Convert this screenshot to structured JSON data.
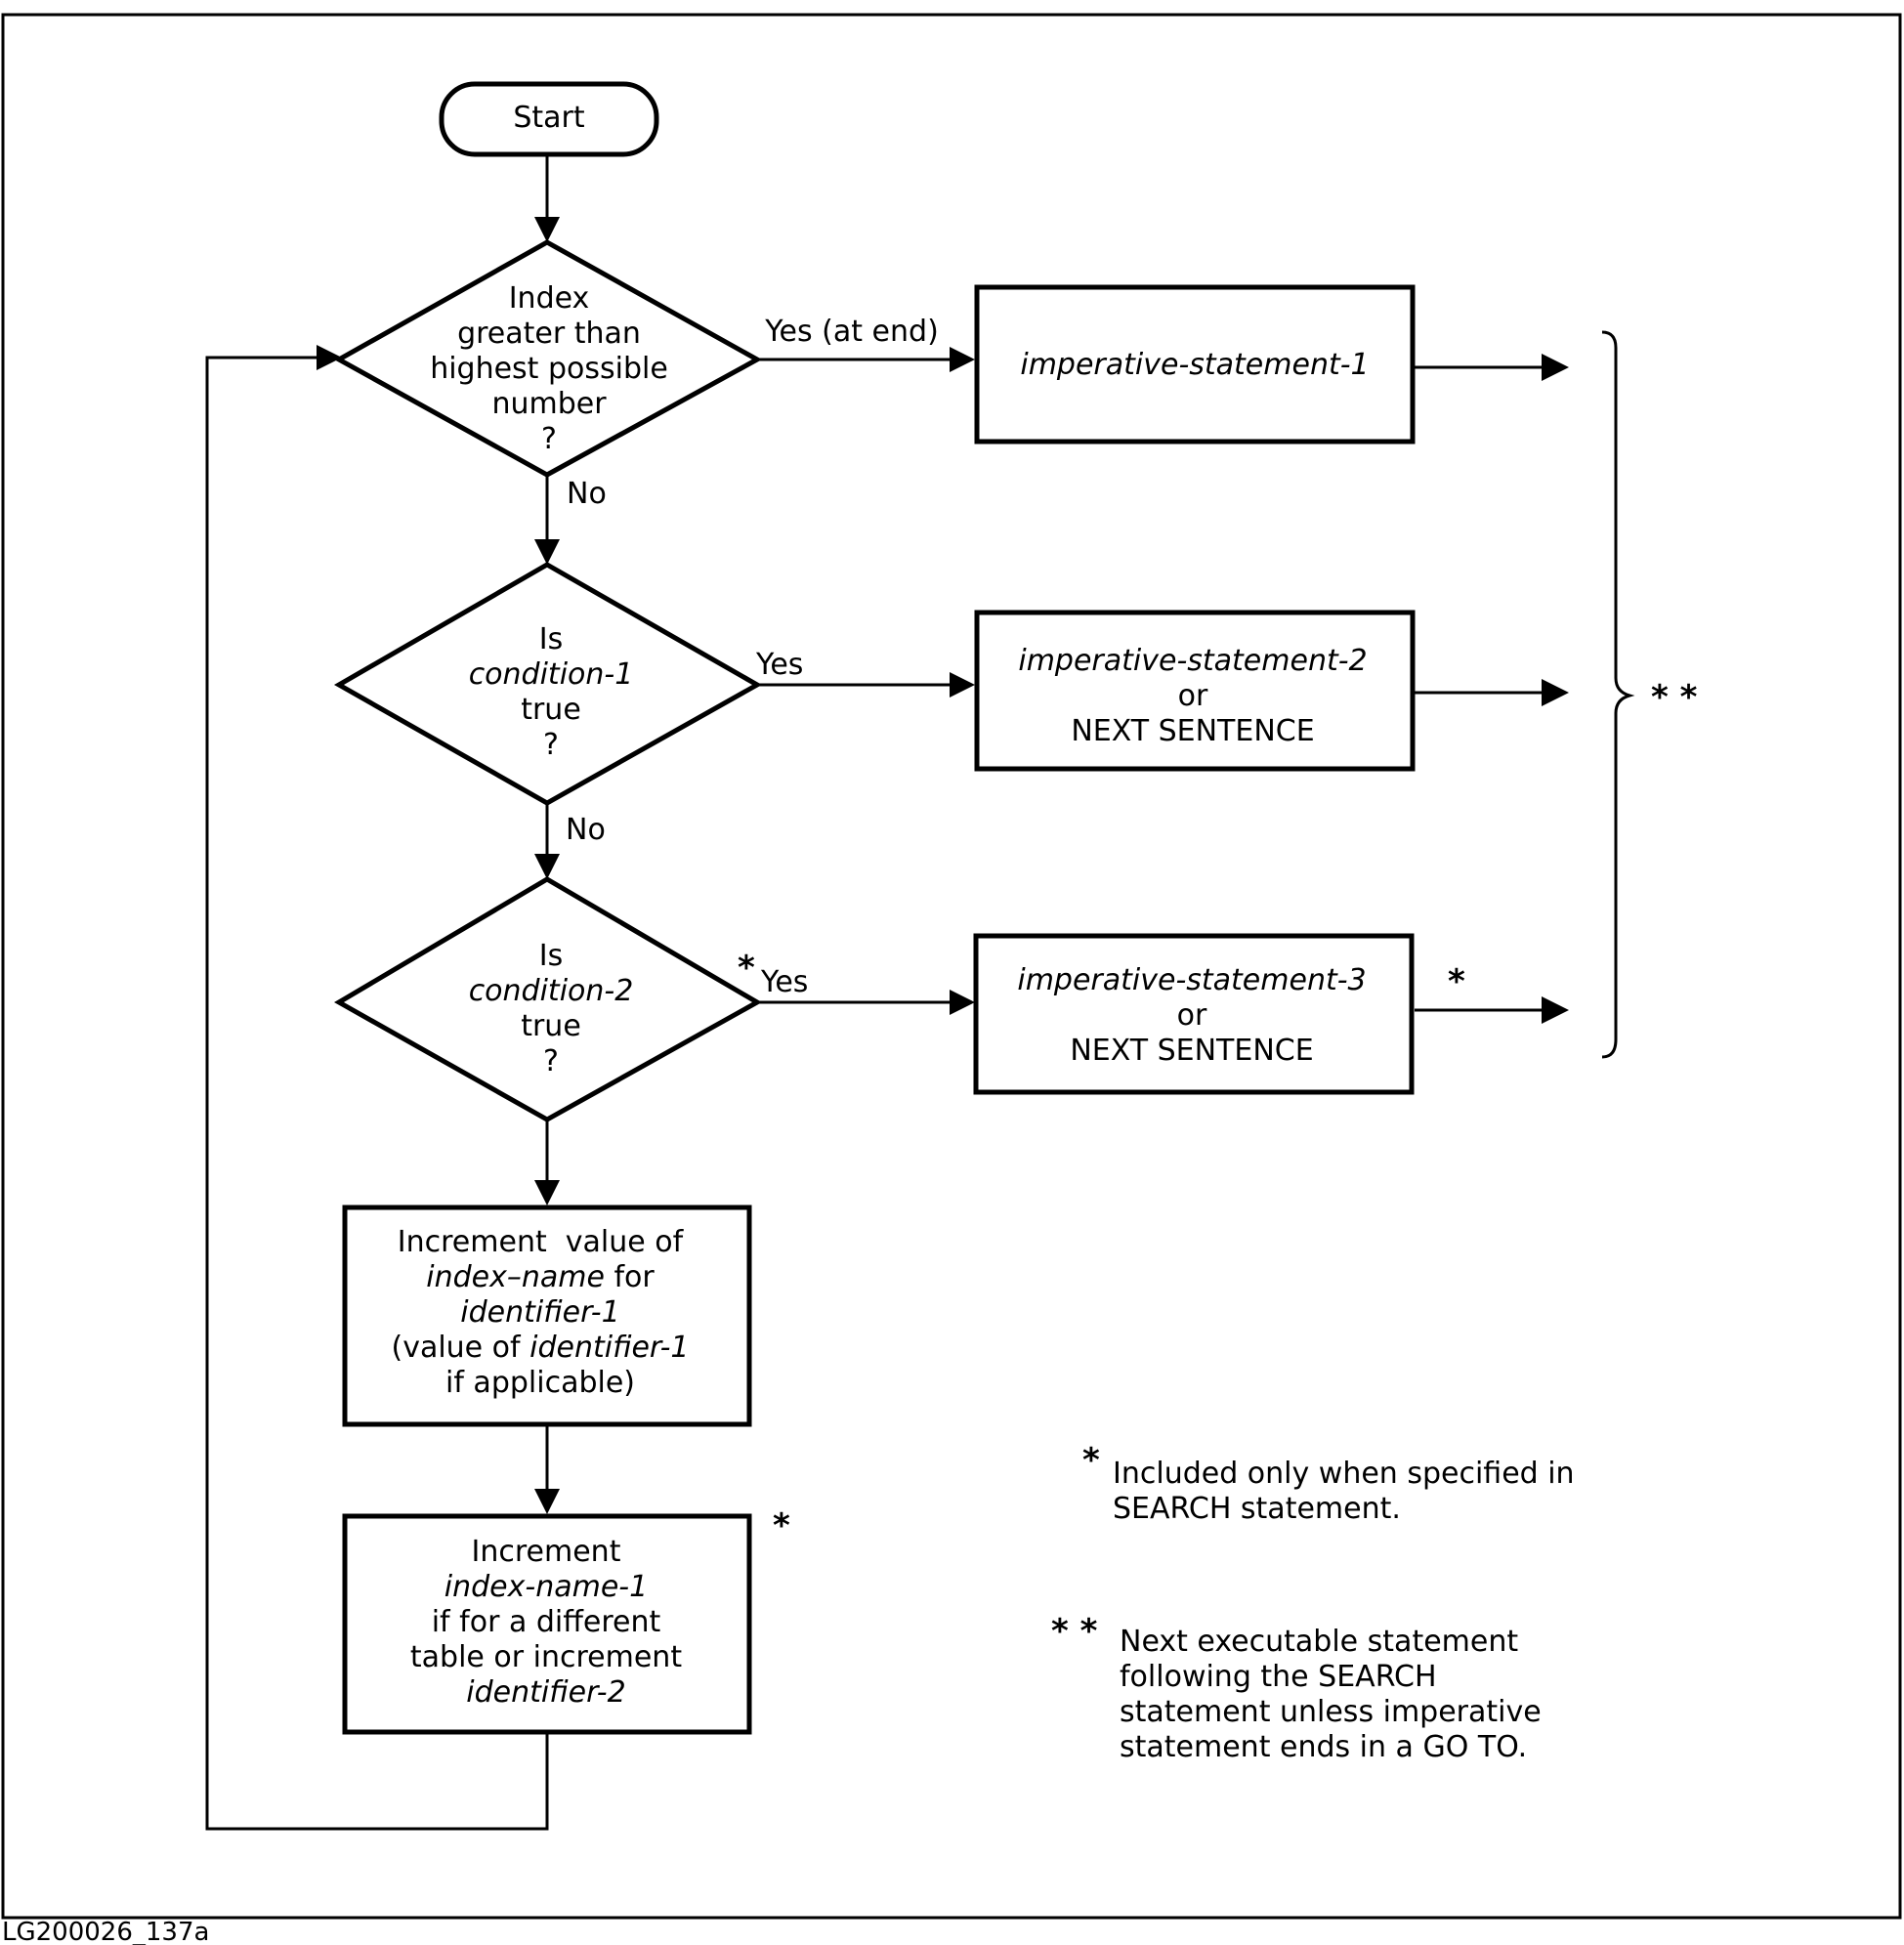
{
  "start": "Start",
  "decision1": {
    "lines": [
      "Index",
      "greater than",
      "highest possible",
      "number",
      "?"
    ],
    "yes_label": "Yes (at end)",
    "no_label": "No"
  },
  "decision2": {
    "line1": "Is",
    "line2": "condition-1",
    "line3": "true",
    "line4": "?",
    "yes_label": "Yes",
    "no_label": "No"
  },
  "decision3": {
    "line1": "Is",
    "line2": "condition-2",
    "line3": "true",
    "line4": "?",
    "yes_star": "*",
    "yes_label": "Yes"
  },
  "statement1": "imperative-statement-1",
  "statement2": {
    "line1": "imperative-statement-2",
    "line2": "or",
    "line3": "NEXT SENTENCE"
  },
  "statement3": {
    "line1": "imperative-statement-3",
    "line2": "or",
    "line3": "NEXT SENTENCE",
    "star": "*"
  },
  "process1": {
    "line1": "Increment  value of",
    "line2_italic": "index–name",
    "line2_rest": " for",
    "line3": "identifier-1",
    "line4_a": "(value of ",
    "line4_b": "identifier-1",
    "line5": "if applicable)"
  },
  "process2": {
    "line1": "Increment",
    "line2": "index-name-1",
    "line3": "if for a different",
    "line4": "table or increment",
    "line5": "identifier-2",
    "star": "*"
  },
  "brace_label": "* *",
  "note1": {
    "star": "*",
    "lines": [
      "Included only when specified in",
      "SEARCH statement."
    ]
  },
  "note2": {
    "stars": "* *",
    "lines": [
      "Next executable statement",
      "following the SEARCH",
      "statement unless imperative",
      "statement ends in a GO TO."
    ]
  },
  "figure_id": "LG200026_137a"
}
